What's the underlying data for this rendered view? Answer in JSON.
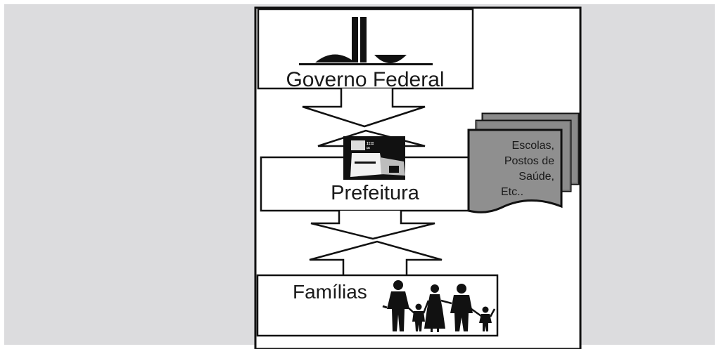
{
  "diagram": {
    "nodes": {
      "federal": {
        "label": "Governo Federal"
      },
      "city": {
        "label": "Prefeitura"
      },
      "families": {
        "label": "Famílias"
      }
    },
    "services": {
      "line1": "Escolas,",
      "line2": "Postos de",
      "line3": "Saúde,",
      "line4": "Etc.."
    },
    "icons": {
      "federal": "brasilia-congress-icon",
      "city": "city-hall-office-icon",
      "families": "family-silhouettes-icon",
      "services": "stacked-documents-icon"
    }
  }
}
